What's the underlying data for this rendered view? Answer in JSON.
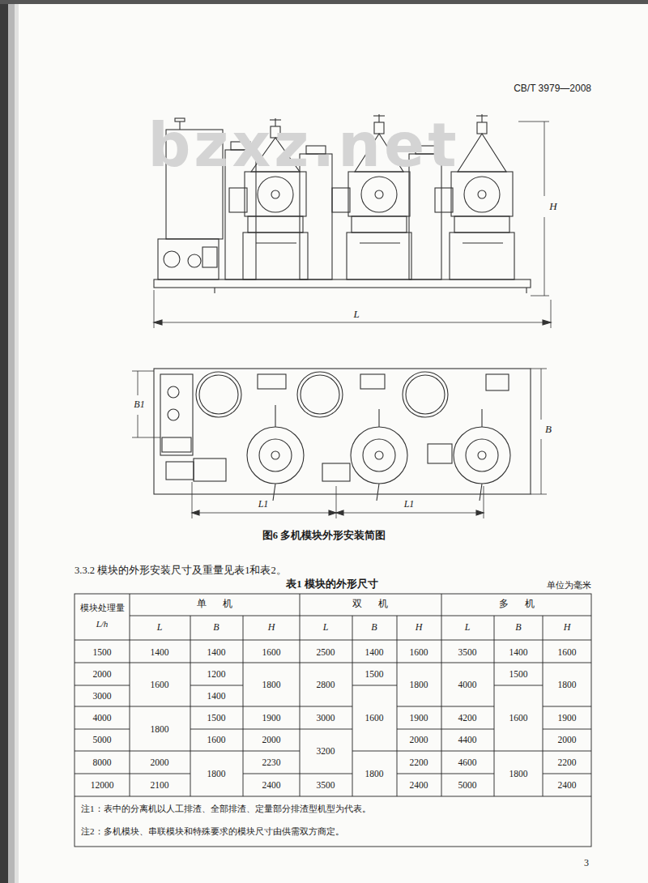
{
  "diagram": {
    "caption": "图6 多机模块外形安装简图",
    "labels": [
      "CB/T 3979—2008",
      "bzxz.net",
      "H",
      "L",
      "B1",
      "B",
      "L1",
      "L1",
      "3.3.2 模块的外形安装尺寸及重量见表1和表2。",
      "表1 模块的外形尺寸",
      "单位为毫米",
      "模块处理量",
      "L/h",
      "单机",
      "双机",
      "多机",
      "L",
      "B",
      "H",
      "L",
      "B",
      "H",
      "L",
      "B",
      "H",
      "1500",
      "1400",
      "1400",
      "1600",
      "2500",
      "1400",
      "1600",
      "3500",
      "1400",
      "1600",
      "2000",
      "1600",
      "1200",
      "1800",
      "2800",
      "1500",
      "1800",
      "4000",
      "1500",
      "1800",
      "3000",
      "1400",
      "1600",
      "1600",
      "4000",
      "1800",
      "1500",
      "1900",
      "3000",
      "1900",
      "4200",
      "1900",
      "5000",
      "1600",
      "2000",
      "3200",
      "2000",
      "4400",
      "2000",
      "8000",
      "2000",
      "1800",
      "2230",
      "1800",
      "2200",
      "4600",
      "1800",
      "2200",
      "12000",
      "2100",
      "2400",
      "3500",
      "2400",
      "5000",
      "2400",
      "注1：表中的分离机以人工排渣、全部排渣、定量部分排渣型机型为代表。",
      "注2：多机模块、串联模块和特殊要求的模块尺寸由供需双方商定。",
      "3"
    ]
  }
}
